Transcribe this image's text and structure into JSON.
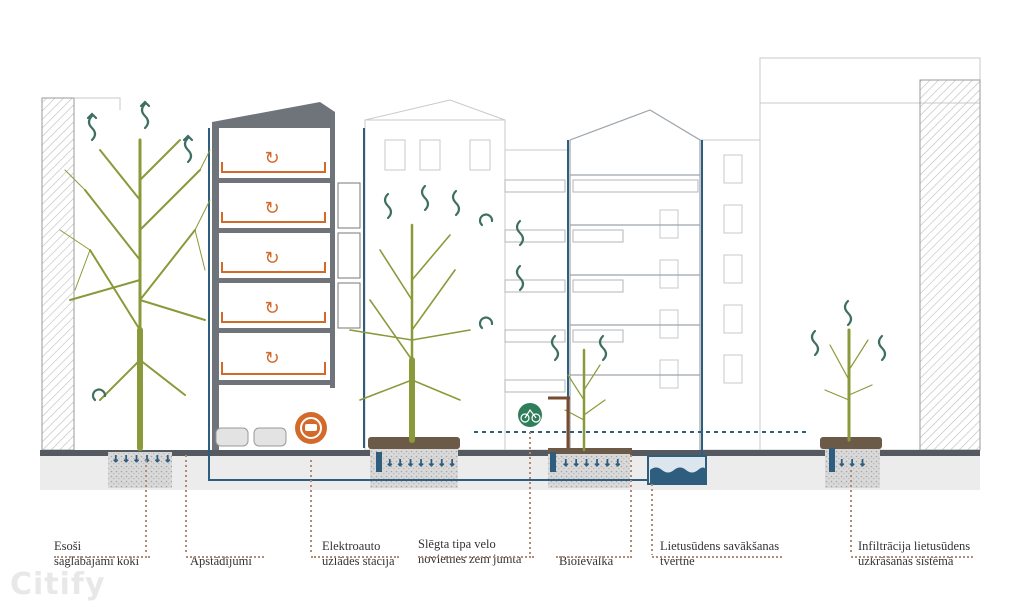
{
  "labels": {
    "trees": {
      "line1": "Esoši",
      "line2": "saglabājami koki"
    },
    "planting": {
      "line1": "Apstādījumi",
      "line2": ""
    },
    "ev_charging": {
      "line1": "Elektroauto",
      "line2": "uzlādes stacija"
    },
    "bike_parking": {
      "line1": "Slēgta tipa velo",
      "line2": "novietnes zem jumta"
    },
    "bioswale": {
      "line1": "Bioievalka",
      "line2": ""
    },
    "rain_tank": {
      "line1": "Lietusūdens savākšanas",
      "line2": "tvertne"
    },
    "infiltration": {
      "line1": "Infiltrācija lietusūdens",
      "line2": "uzkrāšanas sistēmā"
    }
  },
  "watermark": "Citify",
  "colors": {
    "tree": "#8a9a3a",
    "pipe": "#2e5d7e",
    "accent_orange": "#d36a2a",
    "arrow_green": "#3f6f62",
    "building_outline": "#555a60",
    "leader": "#b08b78",
    "planter": "#6b5a48"
  }
}
